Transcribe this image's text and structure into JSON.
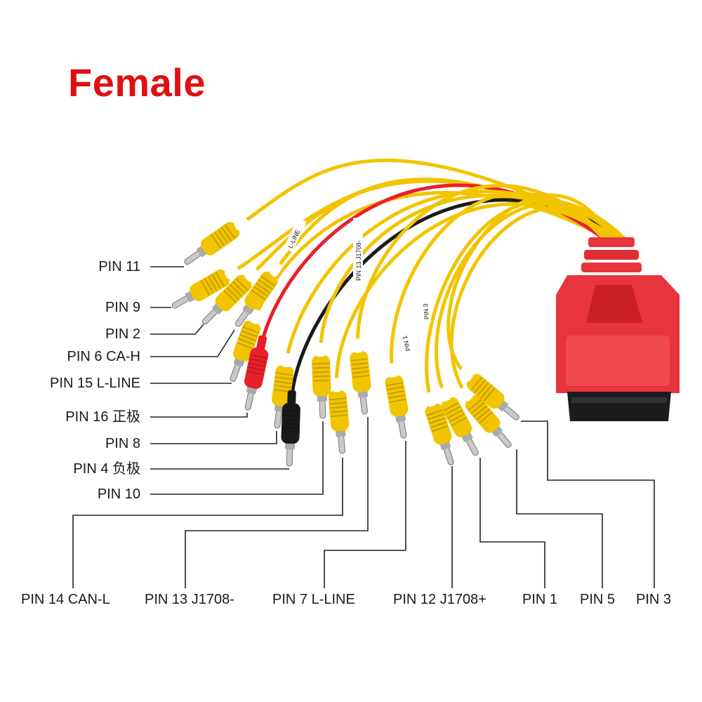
{
  "title": "Female",
  "pins": [
    {
      "label": "PIN 11",
      "wire_color": "yellow"
    },
    {
      "label": "PIN 9",
      "wire_color": "yellow"
    },
    {
      "label": "PIN 2",
      "wire_color": "yellow"
    },
    {
      "label": "PIN 6 CA-H",
      "wire_color": "yellow"
    },
    {
      "label": "PIN 15 L-LINE",
      "wire_color": "yellow"
    },
    {
      "label": "PIN 16 正极",
      "wire_color": "red"
    },
    {
      "label": "PIN 8",
      "wire_color": "yellow"
    },
    {
      "label": "PIN 4 负极",
      "wire_color": "black"
    },
    {
      "label": "PIN 10",
      "wire_color": "yellow"
    },
    {
      "label": "PIN 14 CAN-L",
      "wire_color": "yellow"
    },
    {
      "label": "PIN 13 J1708-",
      "wire_color": "yellow"
    },
    {
      "label": "PIN 7 L-LINE",
      "wire_color": "yellow"
    },
    {
      "label": "PIN 12 J1708+",
      "wire_color": "yellow"
    },
    {
      "label": "PIN 1",
      "wire_color": "yellow"
    },
    {
      "label": "PIN 5",
      "wire_color": "yellow"
    },
    {
      "label": "PIN 3",
      "wire_color": "yellow"
    }
  ],
  "wire_tags": [
    "L-LINE",
    "PIN 13 J1708-",
    "PIN 1",
    "PIN 3"
  ],
  "colors": {
    "title": "#e01010",
    "wire_yellow": "#f2c400",
    "wire_red": "#e8202a",
    "wire_black": "#1a1a1a",
    "connector": "#e8343c",
    "connector_dark": "#1c1c1c",
    "leader_line": "#222222"
  }
}
